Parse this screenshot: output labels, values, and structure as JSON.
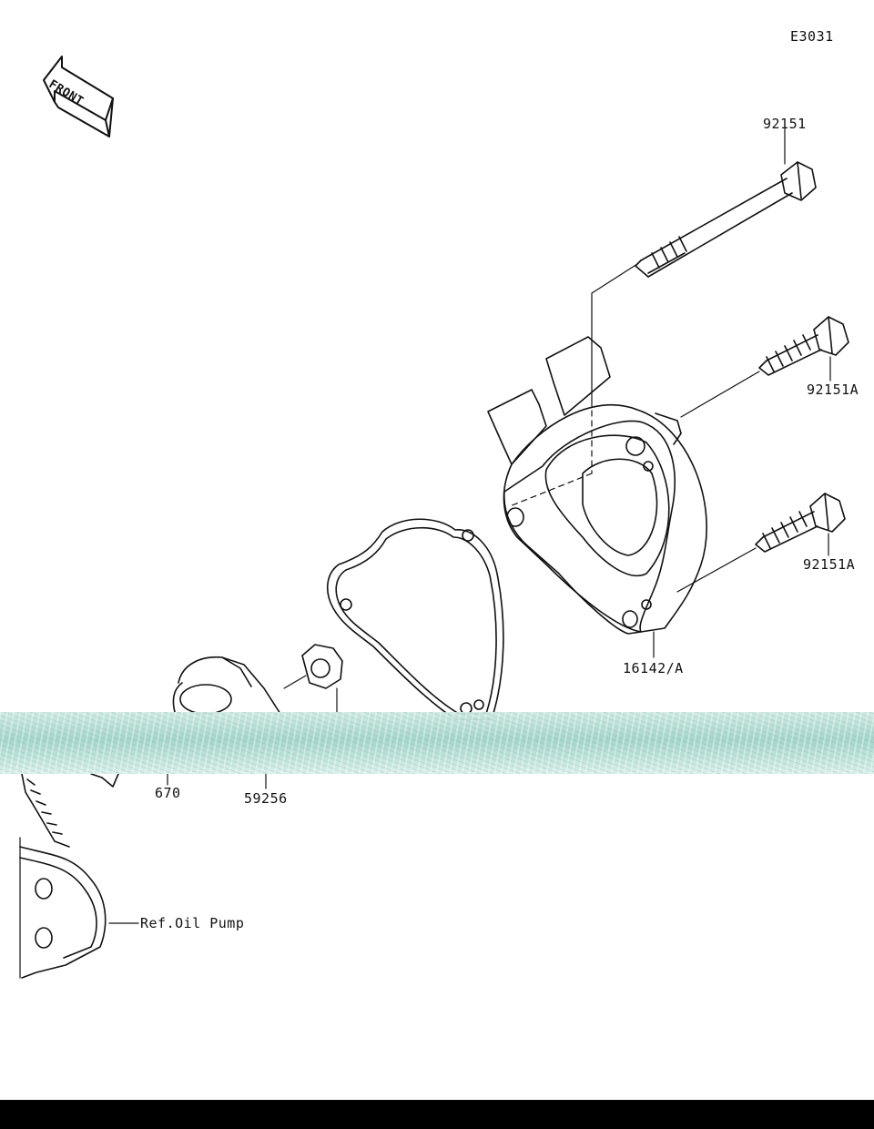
{
  "diagram": {
    "code": "E3031",
    "front_label": "FRONT",
    "parts": [
      {
        "id": "bolt-long",
        "label": "92151"
      },
      {
        "id": "bolt-upper",
        "label": "92151A"
      },
      {
        "id": "bolt-lower",
        "label": "92151A"
      },
      {
        "id": "housing",
        "label": "16142/A"
      },
      {
        "id": "seal",
        "label": "670"
      },
      {
        "id": "gasket",
        "label": "59256"
      }
    ],
    "reference": "Ref.Oil Pump"
  },
  "colors": {
    "line": "#111111",
    "watermark": "#9fd3c7",
    "bottom_bar": "#000000"
  }
}
